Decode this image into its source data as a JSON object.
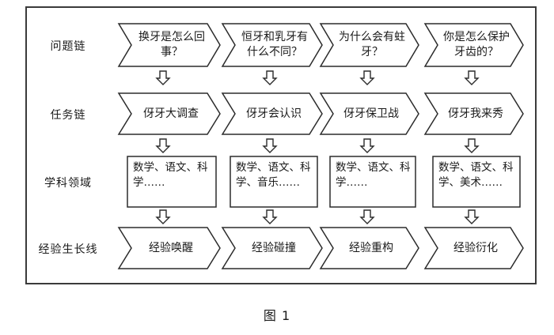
{
  "rows": {
    "question": {
      "label": "问题链",
      "items": [
        "换牙是怎么回事？",
        "恒牙和乳牙有什么不同？",
        "为什么会有蛀牙？",
        "你是怎么保护牙齿的？"
      ]
    },
    "task": {
      "label": "任务链",
      "items": [
        "伢牙大调查",
        "伢牙会认识",
        "伢牙保卫战",
        "伢牙我来秀"
      ]
    },
    "subject": {
      "label": "学科领域",
      "items": [
        "数学、语文、科学……",
        "数学、语文、科学、音乐……",
        "数学、语文、科学……",
        "数学、语文、科学、美术……"
      ]
    },
    "experience": {
      "label": "经验生长线",
      "items": [
        "经验唤醒",
        "经验碰撞",
        "经验重构",
        "经验衍化"
      ]
    }
  },
  "caption": "图 1",
  "colors": {
    "line": "#2b2b2b",
    "background": "#ffffff",
    "text": "#1a1a1a"
  }
}
